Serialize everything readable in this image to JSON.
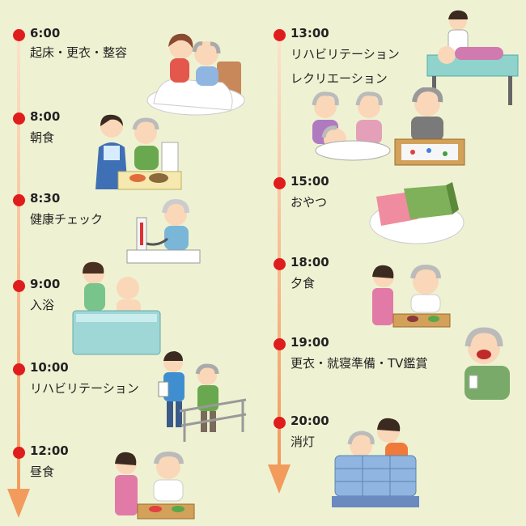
{
  "schedule": {
    "left": [
      {
        "time": "6:00",
        "lines": [
          "起床・更衣・整容"
        ]
      },
      {
        "time": "8:00",
        "lines": [
          "朝食"
        ]
      },
      {
        "time": "8:30",
        "lines": [
          "健康チェック"
        ]
      },
      {
        "time": "9:00",
        "lines": [
          "入浴"
        ]
      },
      {
        "time": "10:00",
        "lines": [
          "リハビリテーション"
        ]
      },
      {
        "time": "12:00",
        "lines": [
          "昼食"
        ]
      }
    ],
    "right": [
      {
        "time": "13:00",
        "lines": [
          "リハビリテーション",
          "レクリエーション"
        ]
      },
      {
        "time": "15:00",
        "lines": [
          "おやつ"
        ]
      },
      {
        "time": "18:00",
        "lines": [
          "夕食"
        ]
      },
      {
        "time": "19:00",
        "lines": [
          "更衣・就寝準備・TV鑑賞"
        ]
      },
      {
        "time": "20:00",
        "lines": [
          "消灯"
        ]
      }
    ]
  },
  "colors": {
    "background": "#eef2d2",
    "arrow": "#f2a56a",
    "dot": "#e01d1d"
  }
}
